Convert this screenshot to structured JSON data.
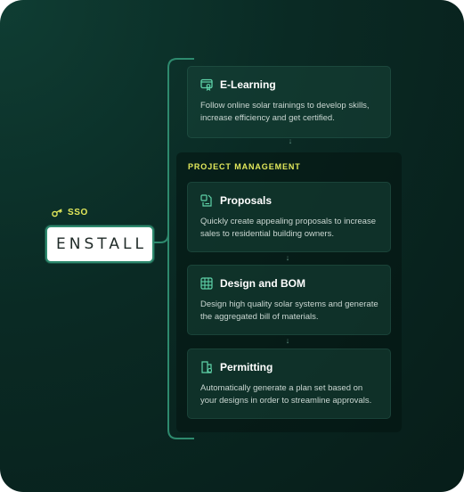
{
  "colors": {
    "accent": "#e3e95b",
    "connector": "#2e8a6e",
    "background": "#0a2a24",
    "card": "#184439"
  },
  "sso": {
    "label": "SSO",
    "icon": "key-icon"
  },
  "logo": {
    "text": "ENSTALL"
  },
  "elearning": {
    "icon": "monitor-certificate-icon",
    "title": "E-Learning",
    "description": "Follow online solar trainings to develop skills, increase efficiency and get certified."
  },
  "project_management": {
    "label": "PROJECT MANAGEMENT",
    "cards": [
      {
        "icon": "document-proposal-icon",
        "title": "Proposals",
        "description": "Quickly create appealing proposals to increase sales to residential building owners."
      },
      {
        "icon": "solar-grid-icon",
        "title": "Design and BOM",
        "description": "Design high quality solar systems and generate the aggregated bill of materials."
      },
      {
        "icon": "permit-document-icon",
        "title": "Permitting",
        "description": "Automatically generate a plan set based on your designs in order to streamline approvals."
      }
    ]
  },
  "arrows": [
    "↓",
    "↓",
    "↓"
  ]
}
